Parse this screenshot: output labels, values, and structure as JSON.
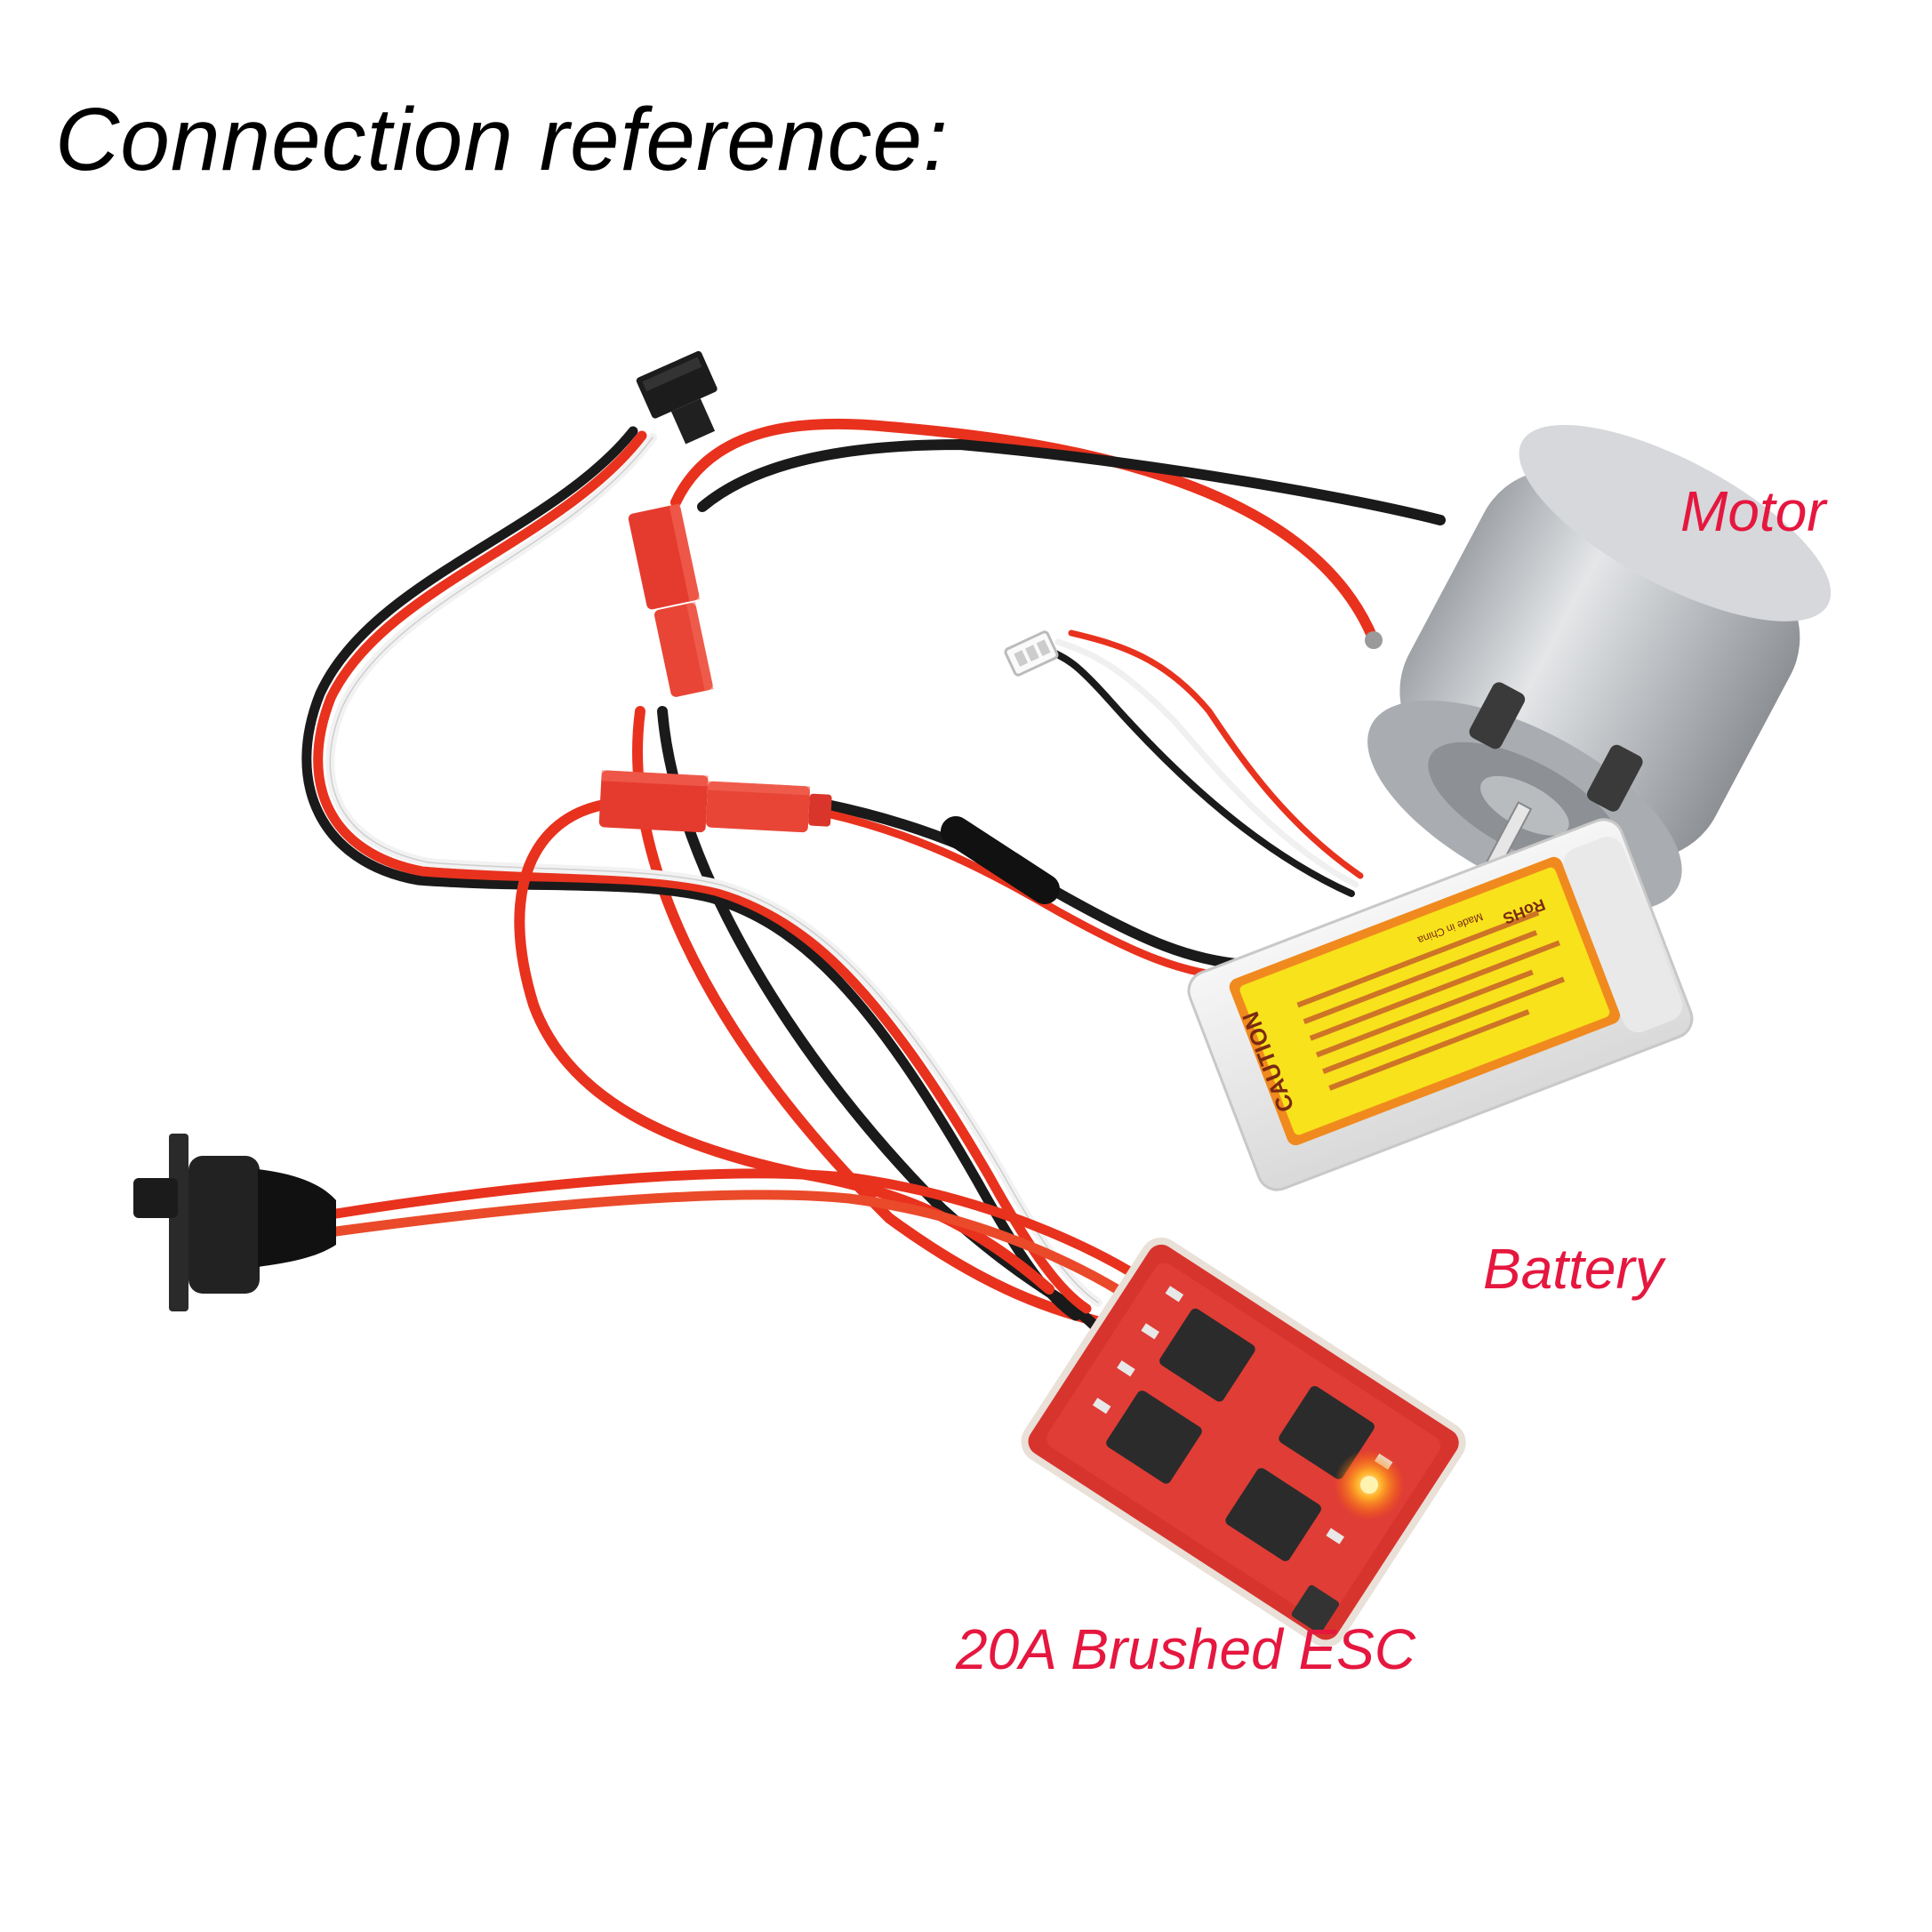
{
  "title": "Connection reference:",
  "labels": {
    "motor": "Motor",
    "battery": "Battery",
    "esc": "20A Brushed ESC"
  },
  "battery_sticker": {
    "caution": "CAUTION",
    "rohs": "RoHS",
    "made_in": "Made in China"
  },
  "colors": {
    "label_red": "#e5173f",
    "wire_red": "#e8321e",
    "wire_black": "#1a1a1a",
    "connector_red": "#e53b2e",
    "sticker_yellow": "#f8e21b",
    "sticker_orange": "#f08a1e",
    "motor_silver": "#c4c7cb",
    "pcb_red": "#d8342e",
    "led": "#ff9a1f"
  },
  "icons": {
    "servo_plug": "servo-connector-icon",
    "switch": "power-switch-icon",
    "jst": "jst-connector-icon"
  }
}
